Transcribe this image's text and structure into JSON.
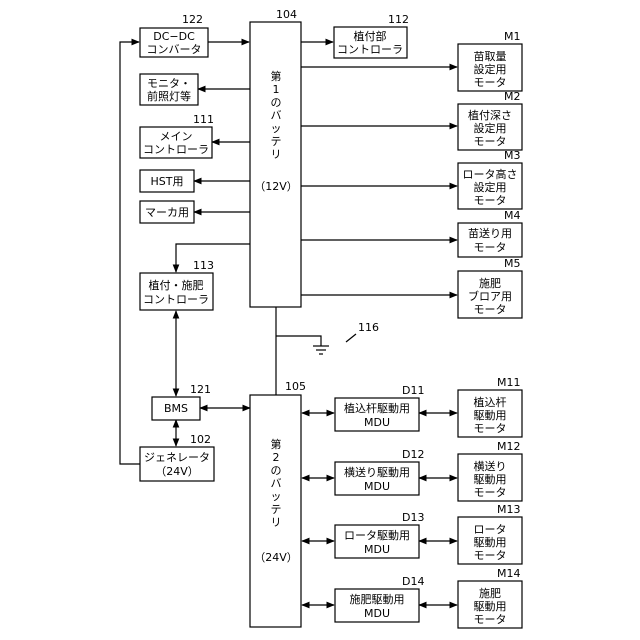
{
  "refs": {
    "r122": "122",
    "r104": "104",
    "r112": "112",
    "rM1": "M1",
    "rM2": "M2",
    "r111": "111",
    "rM3": "M3",
    "rM4": "M4",
    "rM5": "M5",
    "r113": "113",
    "r116": "116",
    "r121": "121",
    "r105": "105",
    "rD11": "D11",
    "rM11": "M11",
    "r102": "102",
    "rD12": "D12",
    "rM12": "M12",
    "rD13": "D13",
    "rM13": "M13",
    "rD14": "D14",
    "rM14": "M14"
  },
  "battery1": {
    "chars": [
      "第",
      "1",
      "の",
      "バ",
      "ッ",
      "テ",
      "リ"
    ],
    "voltage": "（12V）"
  },
  "battery2": {
    "chars": [
      "第",
      "2",
      "の",
      "バ",
      "ッ",
      "テ",
      "リ"
    ],
    "voltage": "（24V）"
  },
  "left": {
    "dcdc": [
      "DC−DC",
      "コンバータ"
    ],
    "monitor": [
      "モニタ・",
      "前照灯等"
    ],
    "main_ctrl": [
      "メイン",
      "コントローラ"
    ],
    "hst": [
      "HST用"
    ],
    "marker": [
      "マーカ用"
    ],
    "plant_ctrl": [
      "植付・施肥",
      "コントローラ"
    ],
    "bms": [
      "BMS"
    ],
    "generator": [
      "ジェネレータ",
      "（24V）"
    ]
  },
  "top_right": {
    "plant_unit": [
      "植付部",
      "コントローラ"
    ]
  },
  "motors12": [
    [
      "苗取量",
      "設定用",
      "モータ"
    ],
    [
      "植付深さ",
      "設定用",
      "モータ"
    ],
    [
      "ロータ高さ",
      "設定用",
      "モータ"
    ],
    [
      "苗送り用",
      "モータ"
    ],
    [
      "施肥",
      "ブロア用",
      "モータ"
    ]
  ],
  "mdus": [
    [
      "植込杆駆動用",
      "MDU"
    ],
    [
      "横送り駆動用",
      "MDU"
    ],
    [
      "ロータ駆動用",
      "MDU"
    ],
    [
      "施肥駆動用",
      "MDU"
    ]
  ],
  "motors24": [
    [
      "植込杆",
      "駆動用",
      "モータ"
    ],
    [
      "横送り",
      "駆動用",
      "モータ"
    ],
    [
      "ロータ",
      "駆動用",
      "モータ"
    ],
    [
      "施肥",
      "駆動用",
      "モータ"
    ]
  ]
}
